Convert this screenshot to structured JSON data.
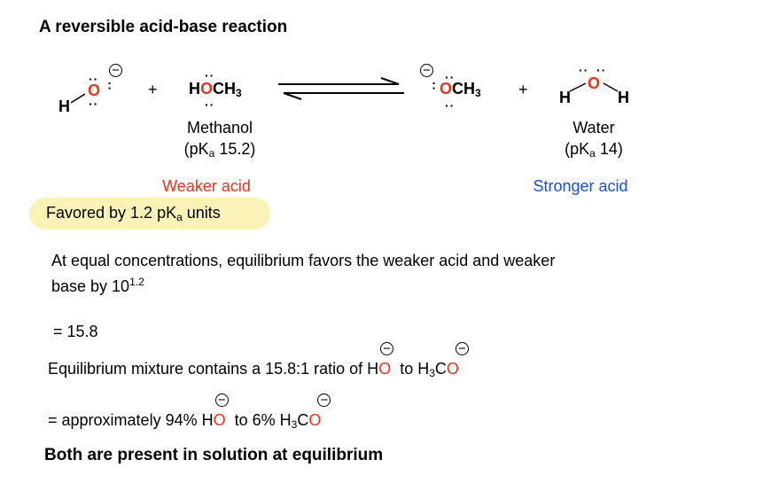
{
  "title": "A reversible acid-base reaction",
  "reaction": {
    "hydroxide_h": "H",
    "hydroxide_o": "O",
    "plus": "+",
    "methanol_formula_h": "H",
    "methanol_formula_o": "O",
    "methanol_formula_rest": "CH",
    "methanol_sub": "3",
    "methoxide_o": "O",
    "methoxide_rest": "CH",
    "methoxide_sub": "3",
    "water_h1": "H",
    "water_o": "O",
    "water_h2": "H",
    "charge_symbol": "−"
  },
  "methanol": {
    "name": "Methanol",
    "pka_prefix": "(pK",
    "pka_sub": "a",
    "pka_value": " 15.2)",
    "label": "Weaker acid"
  },
  "water": {
    "name": "Water",
    "pka_prefix": "(pK",
    "pka_sub": "a",
    "pka_value": " 14)",
    "label": "Stronger acid"
  },
  "favored": {
    "prefix": "Favored by 1.2 pK",
    "sub": "a",
    "suffix": " units"
  },
  "equal_conc": {
    "text": "At equal concentrations, equilibrium favors the weaker acid and weaker",
    "line2": "base by 10",
    "exponent": "1.2"
  },
  "equals": "= 15.8",
  "mixture": {
    "prefix": "Equilibrium mixture contains a 15.8:1 ratio of H",
    "o1": "O",
    "mid": "to H",
    "sub": "3",
    "c": "C",
    "o2": "O"
  },
  "approx": {
    "prefix": "= approximately 94% H",
    "o1": "O",
    "mid": "to 6% H",
    "sub": "3",
    "c": "C",
    "o2": "O"
  },
  "conclusion": "Both are present in solution at equilibrium"
}
